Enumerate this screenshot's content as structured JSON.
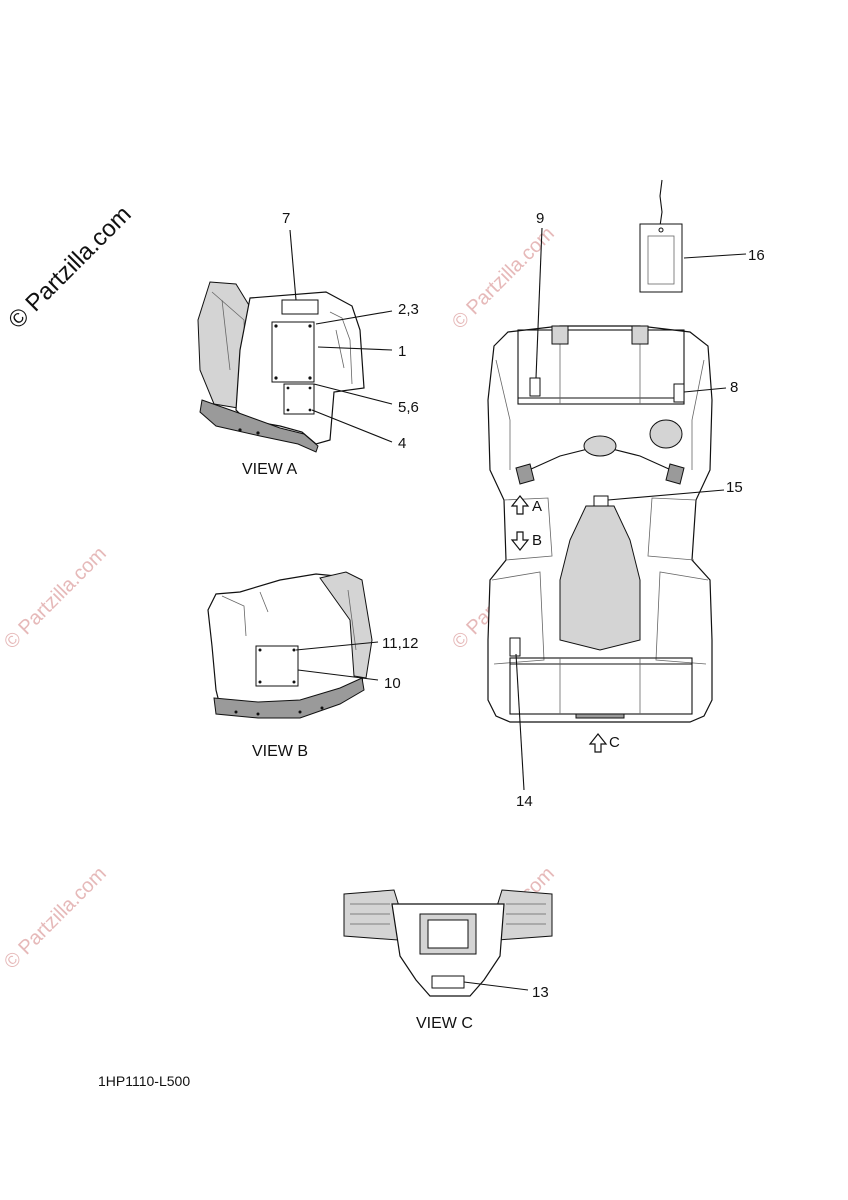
{
  "watermark": {
    "main": "© Partzilla.com",
    "repeat": "© Partzilla.com"
  },
  "views": {
    "a": "VIEW A",
    "b": "VIEW B",
    "c": "VIEW C"
  },
  "callouts": {
    "c7": "7",
    "c2_3": "2,3",
    "c1": "1",
    "c5_6": "5,6",
    "c4": "4",
    "c11_12": "11,12",
    "c10": "10",
    "c9": "9",
    "c16": "16",
    "c8": "8",
    "c15": "15",
    "c14": "14",
    "c13": "13"
  },
  "arrows": {
    "a": "A",
    "b": "B",
    "c": "C"
  },
  "drawing_code": "1HP1110-L500"
}
